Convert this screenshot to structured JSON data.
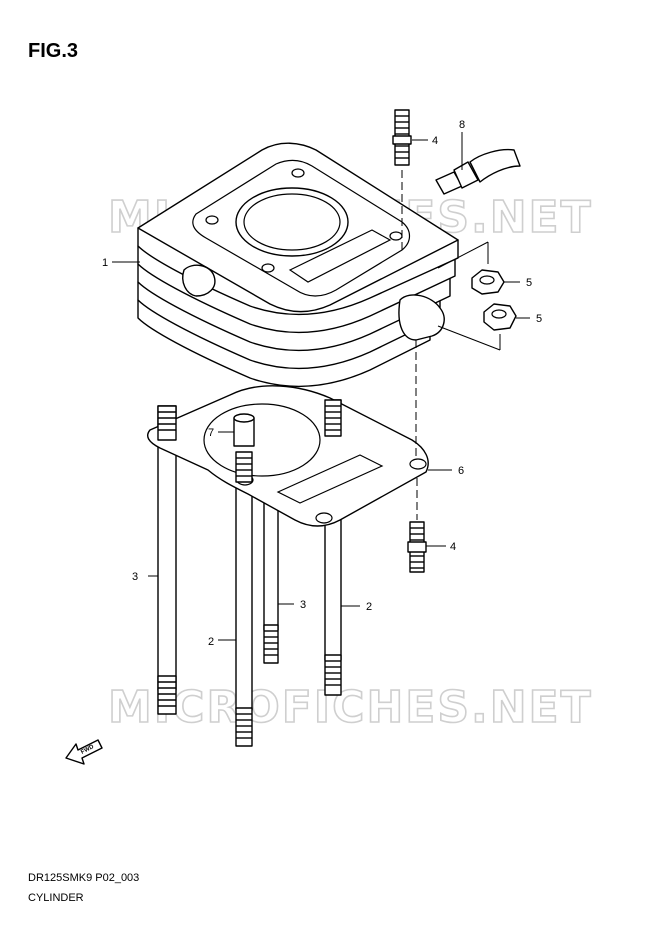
{
  "figure": {
    "title": "FIG.3",
    "code": "DR125SMK9 P02_003",
    "subtitle": "CYLINDER",
    "watermark": "MICROFICHES.NET",
    "fwd_label": "FWD"
  },
  "callouts": [
    {
      "id": "c1",
      "label": "1"
    },
    {
      "id": "c2a",
      "label": "2"
    },
    {
      "id": "c2b",
      "label": "2"
    },
    {
      "id": "c3a",
      "label": "3"
    },
    {
      "id": "c3b",
      "label": "3"
    },
    {
      "id": "c4a",
      "label": "4"
    },
    {
      "id": "c4b",
      "label": "4"
    },
    {
      "id": "c5a",
      "label": "5"
    },
    {
      "id": "c5b",
      "label": "5"
    },
    {
      "id": "c6",
      "label": "6"
    },
    {
      "id": "c7",
      "label": "7"
    },
    {
      "id": "c8",
      "label": "8"
    }
  ]
}
